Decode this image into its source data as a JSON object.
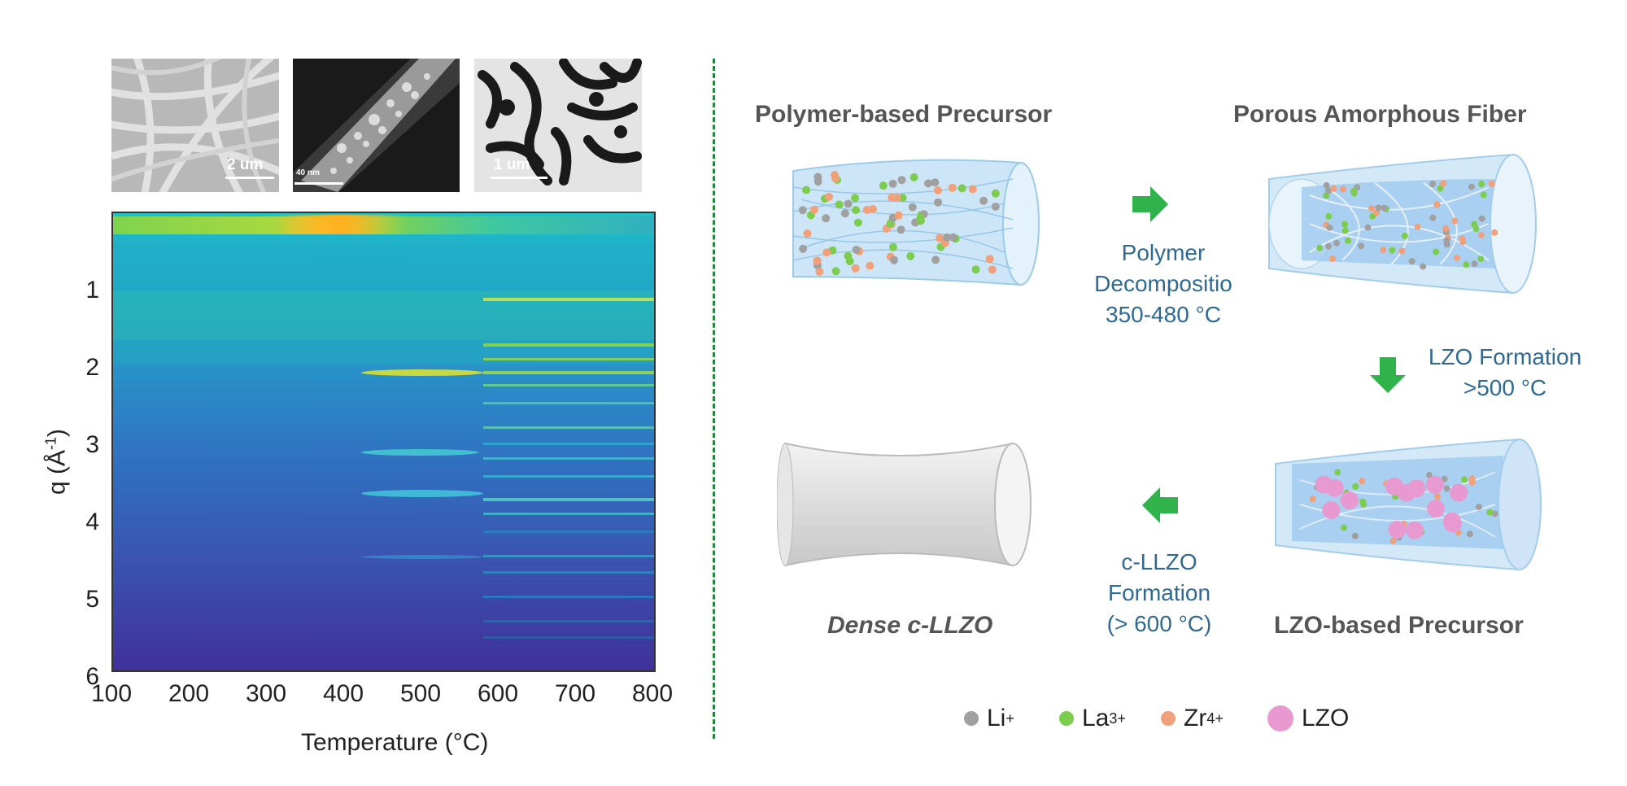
{
  "scale_bars": {
    "sem": "2 um",
    "tem1": "40 nm",
    "tem2": "1 um"
  },
  "heatmap": {
    "x_ticks": [
      "100",
      "200",
      "300",
      "400",
      "500",
      "600",
      "700",
      "800"
    ],
    "y_ticks": [
      "1",
      "2",
      "3",
      "4",
      "5",
      "6"
    ],
    "x_label": "Temperature (°C)",
    "y_label": "q (Å",
    "y_label_sup": "-1",
    "y_label_end": ")",
    "x_range": [
      100,
      800
    ],
    "y_range": [
      0,
      6
    ],
    "colormap": "viridis"
  },
  "stages": {
    "polymer_precursor": "Polymer-based Precursor",
    "porous_fiber": "Porous Amorphous Fiber",
    "lzo_precursor": "LZO-based Precursor",
    "dense_llzo": "Dense c-LLZO"
  },
  "steps": {
    "decomposition": [
      "Polymer",
      "Decompositio",
      "350-480 °C"
    ],
    "lzo_formation": [
      "LZO Formation",
      ">500 °C"
    ],
    "llzo_formation": [
      "c-LLZO",
      "Formation",
      "(> 600 °C)"
    ]
  },
  "legend": [
    {
      "base": "Li",
      "sup": "+",
      "color": "#a0a0a0"
    },
    {
      "base": "La",
      "sup": "3+",
      "color": "#7ccc4e"
    },
    {
      "base": "Zr",
      "sup": "4+",
      "color": "#f0a07a"
    },
    {
      "base": "LZO",
      "sup": "",
      "color": "#e89ad0"
    }
  ],
  "colors": {
    "arrow": "#2fb34a",
    "step_text": "#2f6a92",
    "divider": "#1f8a3c"
  }
}
